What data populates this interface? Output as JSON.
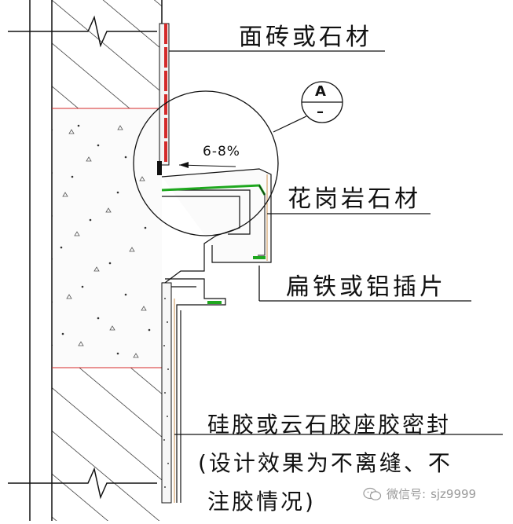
{
  "labels": {
    "facing_tile": "面砖或石材",
    "granite": "花岗岩石材",
    "insert": "扁铁或铝插片",
    "sealant": "硅胶或云石胶座胶密封",
    "note_line1": "(设计效果为不离缝、不",
    "note_line2": "注胶情况)"
  },
  "slope": "6-8%",
  "detail_callout": {
    "top": "A",
    "bottom": "–"
  },
  "watermark": {
    "prefix": "微信号: ",
    "id": "sjz9999"
  },
  "colors": {
    "line": "#111111",
    "red": "#d42a2a",
    "green": "#1fa81f",
    "concrete_fill": "#fbfbfb"
  }
}
